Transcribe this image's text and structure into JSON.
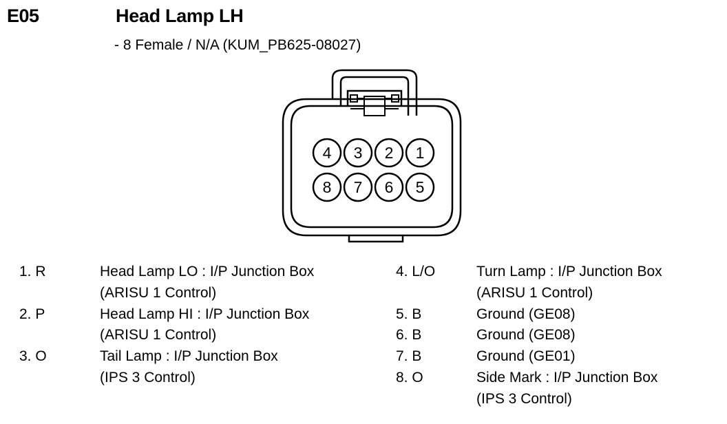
{
  "header": {
    "code": "E05",
    "title": "Head Lamp LH",
    "subtitle": "- 8 Female / N/A (KUM_PB625-08027)"
  },
  "connector": {
    "top_row": [
      "4",
      "3",
      "2",
      "1"
    ],
    "bottom_row": [
      "8",
      "7",
      "6",
      "5"
    ]
  },
  "pins_left": [
    {
      "pin": "1. R",
      "desc": "Head Lamp LO : I/P Junction Box\n(ARISU 1 Control)"
    },
    {
      "pin": "2. P",
      "desc": "Head Lamp HI : I/P Junction Box\n(ARISU 1 Control)"
    },
    {
      "pin": "3. O",
      "desc": "Tail Lamp : I/P Junction Box\n(IPS 3 Control)"
    }
  ],
  "pins_right": [
    {
      "pin": "4. L/O",
      "desc": "Turn Lamp : I/P Junction Box\n(ARISU 1 Control)"
    },
    {
      "pin": "5. B",
      "desc": "Ground (GE08)"
    },
    {
      "pin": "6. B",
      "desc": "Ground (GE08)"
    },
    {
      "pin": "7. B",
      "desc": "Ground (GE01)"
    },
    {
      "pin": "8. O",
      "desc": "Side Mark : I/P Junction Box\n(IPS 3 Control)"
    }
  ]
}
